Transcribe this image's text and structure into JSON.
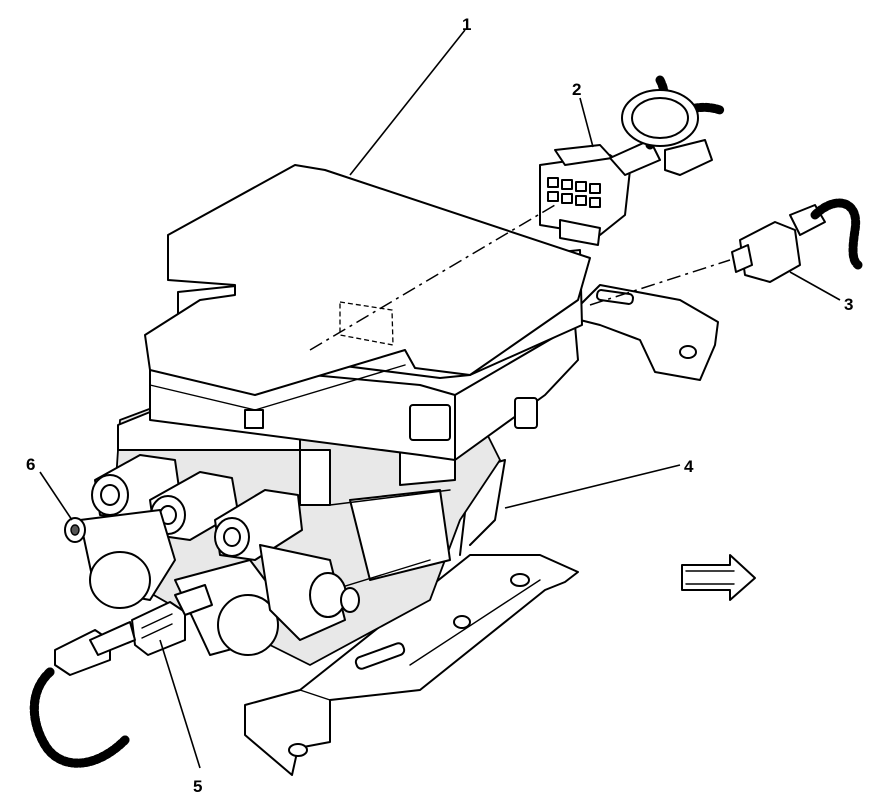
{
  "callouts": [
    {
      "id": 1,
      "label": "1"
    },
    {
      "id": 2,
      "label": "2"
    },
    {
      "id": 3,
      "label": "3"
    },
    {
      "id": 4,
      "label": "4"
    },
    {
      "id": 5,
      "label": "5"
    },
    {
      "id": 6,
      "label": "6"
    }
  ],
  "direction_arrow": {
    "icon": "right-arrow-icon",
    "meaning": "vehicle forward"
  }
}
